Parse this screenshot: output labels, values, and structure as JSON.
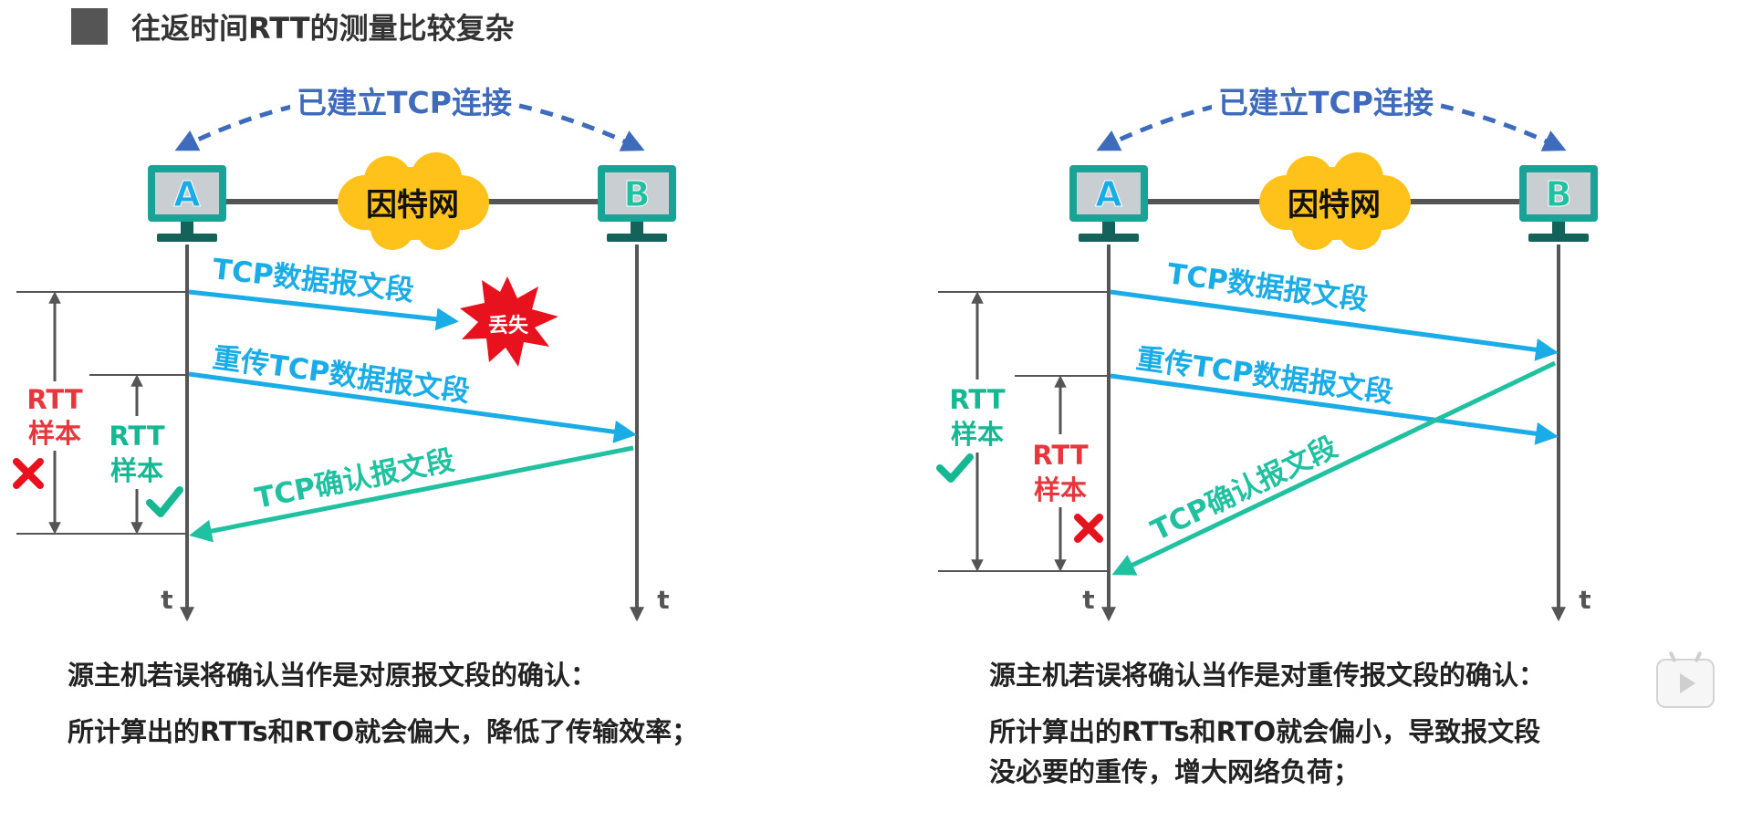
{
  "title": "往返时间RTT的测量比较复杂",
  "colors": {
    "data_arrow": "#1aace6",
    "ack_arrow": "#1fc1a0",
    "rtt_red": "#e8363d",
    "rtt_green": "#16b893",
    "connection": "#3f6bbd",
    "cloud": "#ffc21a",
    "host_frame": "#18a396",
    "timeline": "#555555"
  },
  "left": {
    "connection_label": "已建立TCP连接",
    "host_a": "A",
    "host_b": "B",
    "network_label": "因特网",
    "data_segment_label": "TCP数据报文段",
    "lost_label": "丢失",
    "retransmit_label": "重传TCP数据报文段",
    "ack_label": "TCP确认报文段",
    "rtt_sample_wrong": [
      "RTT",
      "样本"
    ],
    "rtt_sample_right": [
      "RTT",
      "样本"
    ],
    "time_a": "t",
    "time_b": "t",
    "note_line1": "源主机若误将确认当作是对原报文段的确认：",
    "note_line2": "所计算出的RTTs和RTO就会偏大，降低了传输效率；"
  },
  "right": {
    "connection_label": "已建立TCP连接",
    "host_a": "A",
    "host_b": "B",
    "network_label": "因特网",
    "data_segment_label": "TCP数据报文段",
    "retransmit_label": "重传TCP数据报文段",
    "ack_label": "TCP确认报文段",
    "rtt_sample_right": [
      "RTT",
      "样本"
    ],
    "rtt_sample_wrong": [
      "RTT",
      "样本"
    ],
    "time_a": "t",
    "time_b": "t",
    "note_line1": "源主机若误将确认当作是对重传报文段的确认：",
    "note_line2": "所计算出的RTTs和RTO就会偏小，导致报文段",
    "note_line3": "没必要的重传，增大网络负荷；"
  },
  "icons": {
    "wrong": "cross-icon",
    "right": "check-icon",
    "lost": "burst-icon",
    "play": "play-icon"
  }
}
